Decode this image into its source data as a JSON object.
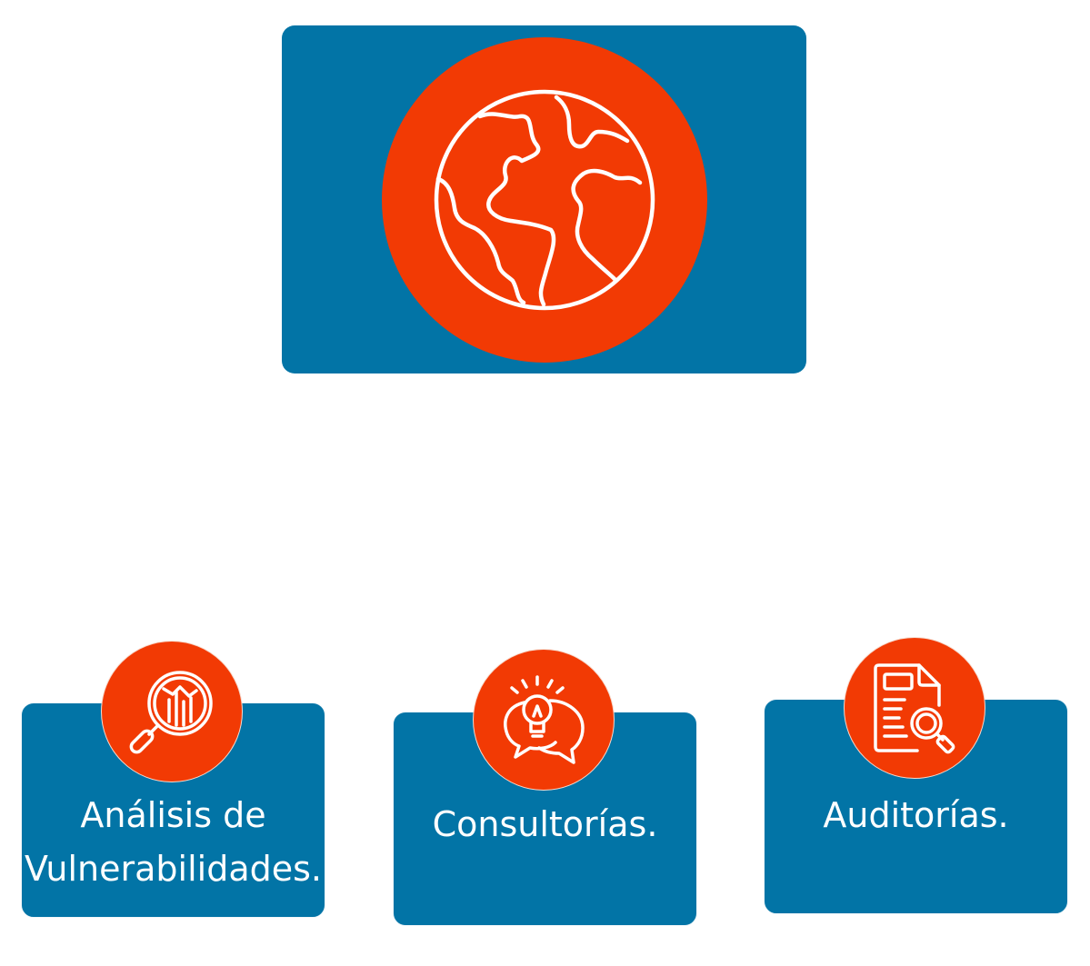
{
  "colors": {
    "card_blue": "#0274a6",
    "accent_orange": "#f23a04",
    "icon_stroke": "#ffffff"
  },
  "top_node": {
    "icon": "globe-icon"
  },
  "services": [
    {
      "label": "Análisis de Vulnerabilidades.",
      "label_lines": [
        "Análisis de",
        "Vulnerabilidades."
      ],
      "icon": "magnifier-chart-icon"
    },
    {
      "label": "Consultorías.",
      "label_lines": [
        "Consultorías."
      ],
      "icon": "lightbulb-chat-icon"
    },
    {
      "label": "Auditorías.",
      "label_lines": [
        "Auditorías."
      ],
      "icon": "document-search-icon"
    }
  ]
}
